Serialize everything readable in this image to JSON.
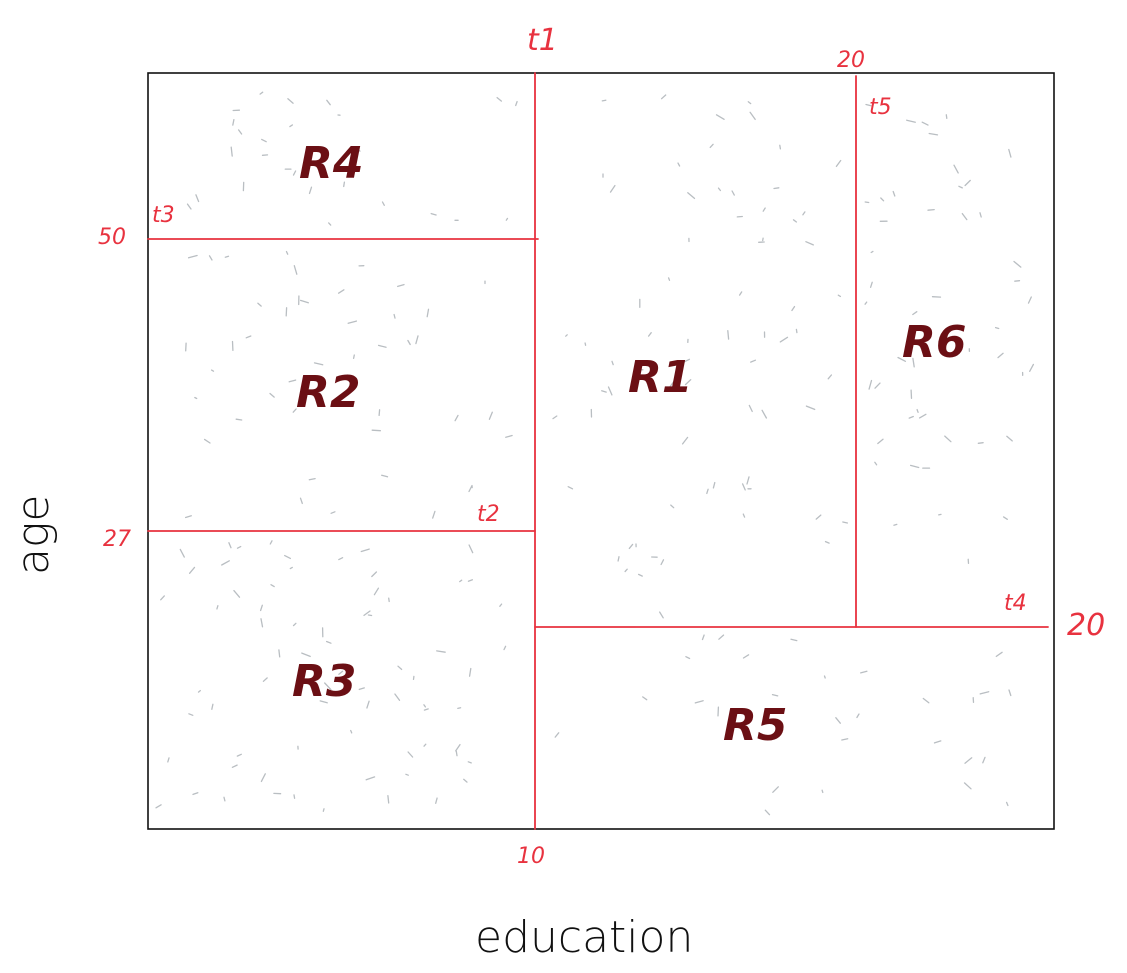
{
  "axes": {
    "x_label": "education",
    "y_label": "age"
  },
  "thresholds": {
    "t1": "t1",
    "t2": "t2",
    "t3": "t3",
    "t4": "t4",
    "t5": "t5"
  },
  "ticks": {
    "x_10": "10",
    "top_20": "20",
    "y_50": "50",
    "y_27": "27",
    "right_20": "20"
  },
  "regions": {
    "r1": "R1",
    "r2": "R2",
    "r3": "R3",
    "r4": "R4",
    "r5": "R5",
    "r6": "R6"
  },
  "colors": {
    "split_lines": "#e8323f",
    "region_labels": "#6b0f14",
    "frame": "#111111"
  }
}
